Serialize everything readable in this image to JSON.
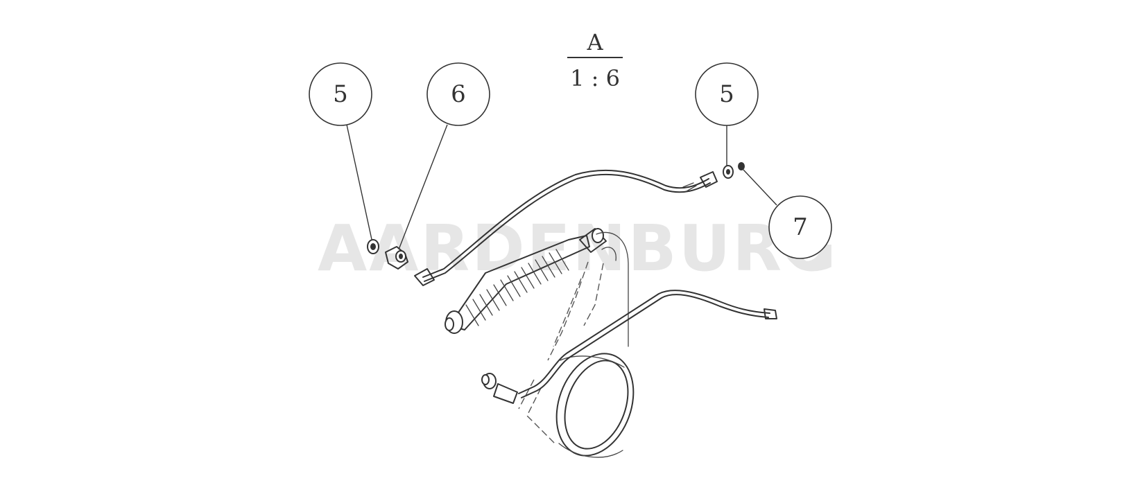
{
  "watermark": "AARDENBURG",
  "view_label": {
    "letter": "A",
    "scale": "1 : 6"
  },
  "callouts": [
    {
      "id": "callout-left-5",
      "number": "5"
    },
    {
      "id": "callout-6",
      "number": "6"
    },
    {
      "id": "callout-right-5",
      "number": "5"
    },
    {
      "id": "callout-7",
      "number": "7"
    }
  ]
}
